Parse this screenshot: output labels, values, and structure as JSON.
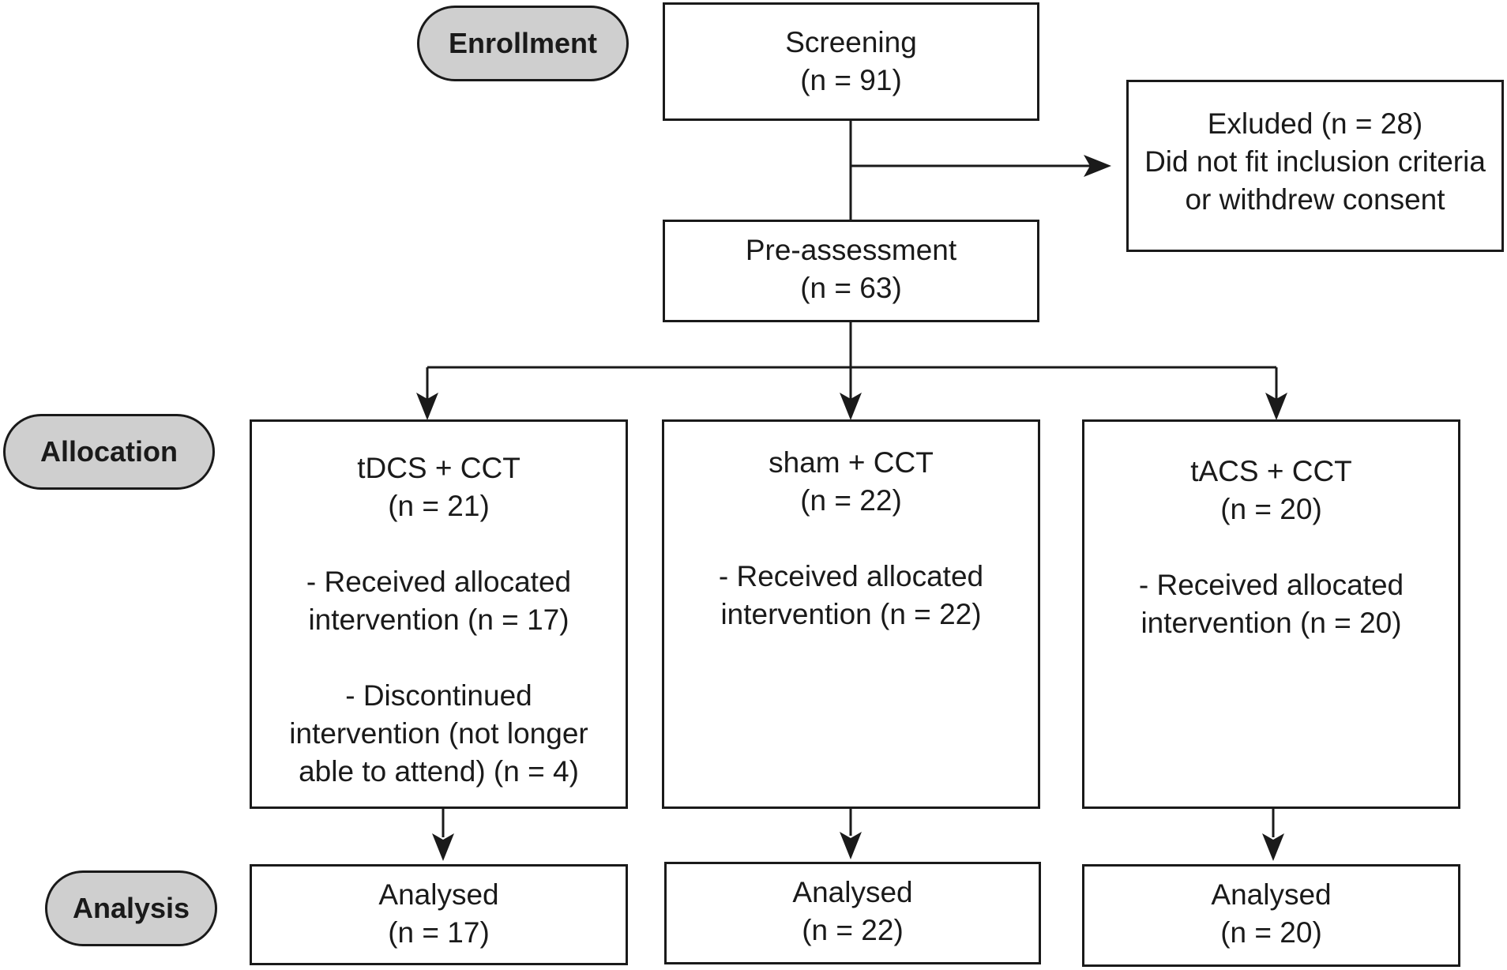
{
  "stages": {
    "enrollment": "Enrollment",
    "allocation": "Allocation",
    "analysis": "Analysis"
  },
  "screening": {
    "title": "Screening",
    "count": "(n = 91)"
  },
  "excluded": {
    "line1": "Exluded (n = 28)",
    "line2": "Did not fit inclusion criteria",
    "line3": "or withdrew consent"
  },
  "pre_assessment": {
    "title": "Pre-assessment",
    "count": "(n = 63)"
  },
  "arms": [
    {
      "title": "tDCS + CCT",
      "count": "(n = 21)",
      "received": [
        "- Received allocated",
        "intervention (n = 17)"
      ],
      "discontinued": [
        "- Discontinued",
        "intervention (not longer",
        "able to attend) (n = 4)"
      ],
      "analysed": {
        "title": "Analysed",
        "count": "(n = 17)"
      }
    },
    {
      "title": "sham + CCT",
      "count": "(n = 22)",
      "received": [
        "- Received allocated",
        "intervention (n = 22)"
      ],
      "analysed": {
        "title": "Analysed",
        "count": "(n = 22)"
      }
    },
    {
      "title": "tACS + CCT",
      "count": "(n = 20)",
      "received": [
        "- Received allocated",
        "intervention (n = 20)"
      ],
      "analysed": {
        "title": "Analysed",
        "count": "(n = 20)"
      }
    }
  ]
}
